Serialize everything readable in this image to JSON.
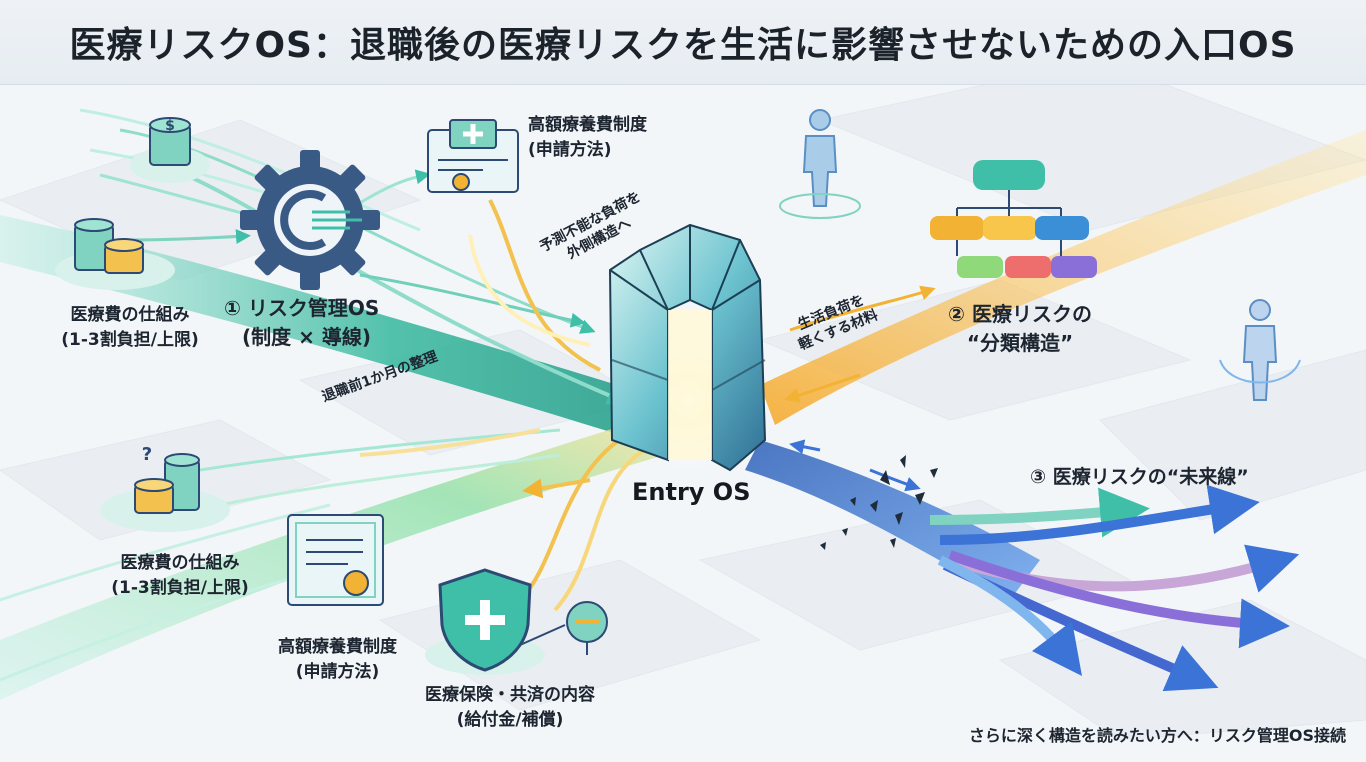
{
  "title": "医療リスクOS：退職後の医療リスクを生活に影響させないための入口OS",
  "center": {
    "label": "Entry OS"
  },
  "labels": {
    "cost_top": {
      "line1": "医療費の仕組み",
      "line2": "(1-3割負担/上限)"
    },
    "cost_bottom": {
      "line1": "医療費の仕組み",
      "line2": "(1-3割負担/上限)"
    },
    "kougaku_top": {
      "line1": "高額療養費制度",
      "line2": "(申請方法)"
    },
    "kougaku_bottom": {
      "line1": "高額療養費制度",
      "line2": "(申請方法)"
    },
    "insurance": {
      "line1": "医療保険・共済の内容",
      "line2": "(給付金/補償)"
    },
    "risk_os": {
      "line1": "① リスク管理OS",
      "line2": "(制度 × 導線)"
    },
    "classification": {
      "line1": "② 医療リスクの",
      "line2": "“分類構造”"
    },
    "future": {
      "line1": "③ 医療リスクの“未来線”"
    }
  },
  "flow_labels": {
    "unpredictable": {
      "line1": "予測不能な負荷を",
      "line2": "外側構造へ"
    },
    "living": {
      "line1": "生活負荷を",
      "line2": "軽くする材料"
    },
    "month_before": {
      "line1": "退職前1か月の整理"
    }
  },
  "footer": "さらに深く構造を読みたい方へ：リスク管理OS接続",
  "colors": {
    "teal": "#3fbfa8",
    "teal_light": "#9fe3d2",
    "gold": "#f2b233",
    "blue": "#3b73d6",
    "purple": "#8b6fd9",
    "navy": "#2c4a73",
    "crystal": "#3f8fa3"
  },
  "icons": [
    "coin-stack-icon",
    "gear-circuit-icon",
    "certificate-icon",
    "crystal-gate-icon",
    "org-tree-icon",
    "person-hologram-icon",
    "shield-cross-icon",
    "location-pin-icon",
    "shatter-icon"
  ]
}
